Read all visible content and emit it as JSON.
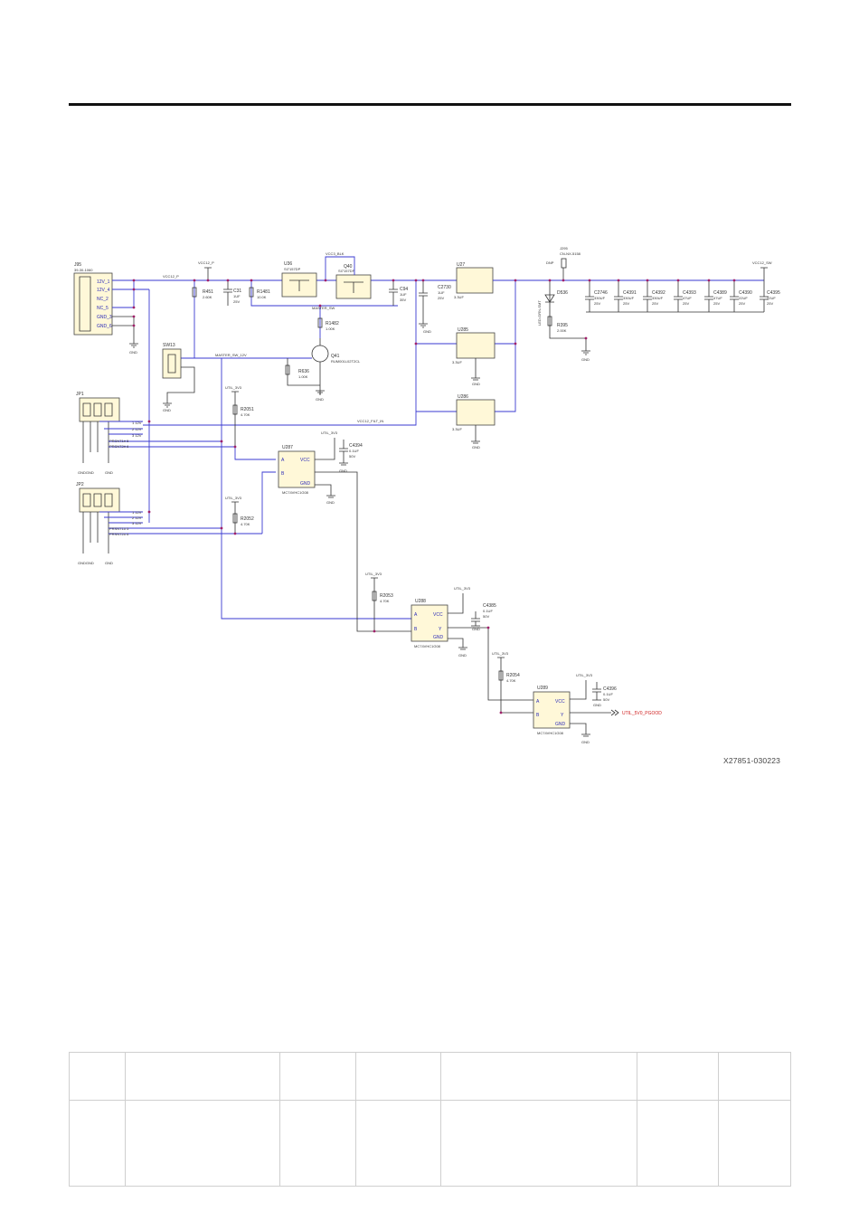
{
  "figure_id": "X27851-030223",
  "labels": {
    "j95": "J95",
    "j95_part": "39-30-1060",
    "j95_pins": [
      "12V_1",
      "12V_4",
      "NC_2",
      "NC_5",
      "GND_3",
      "GND_6"
    ],
    "vcc12_p": "VCC12_P",
    "vcc3_blk": "VCC3_BLK",
    "vcc12_sw": "VCC12_SW",
    "vcc12_filt_in": "VCC12_FILT_IN",
    "master_sw": "MASTER_SW",
    "master_sw_12v": "MASTER_SW_12V",
    "sw13": "SW13",
    "r451": "R451",
    "r451_v": "2.60K",
    "c31": "C31",
    "c31_v": "1UF",
    "c31_r": "25V",
    "r1481": "R1481",
    "r1481_v": "10.0K",
    "u36": "U36",
    "u36_p": "SI7157DP",
    "q40": "Q40",
    "q40_p": "SI7157DP",
    "c94": "C94",
    "c94_v": "1UF",
    "c94_r": "35V",
    "r1482": "R1482",
    "r1482_v": "1.00K",
    "q41": "Q41",
    "q41_p": "RUM001L02T2CL",
    "r636": "R636",
    "r636_v": "1.00K",
    "c2730": "C2730",
    "c2730_v": "1UF",
    "c2730_r": "25V",
    "u27": "U27",
    "u27_p": "3.3UF",
    "u285": "U285",
    "u285_p": "3.3UF",
    "u286": "U286",
    "u286_p": "3.3UF",
    "j295": "J295",
    "j295_p": "CN-NX-5158",
    "dnp": "DNP",
    "d536": "D536",
    "d536_p": "LED-GRN-SMT",
    "r395": "R395",
    "r395_v": "2.00K",
    "caps": [
      {
        "n": "C2746",
        "v": "330UF",
        "r": "25V"
      },
      {
        "n": "C4391",
        "v": "330UF",
        "r": "25V"
      },
      {
        "n": "C4392",
        "v": "330UF",
        "r": "25V"
      },
      {
        "n": "C4393",
        "v": "47UF",
        "r": "25V"
      },
      {
        "n": "C4389",
        "v": "47UF",
        "r": "25V"
      },
      {
        "n": "C4390",
        "v": "22UF",
        "r": "25V"
      },
      {
        "n": "C4395",
        "v": "22UF",
        "r": "25V"
      }
    ],
    "jp1": "JP1",
    "jp2": "JP2",
    "jp_rows": [
      "1 12V",
      "2 12V",
      "3 12V",
      "PRSNT1# 5",
      "PRSNT2# 6"
    ],
    "gnd": "GND",
    "gndgnd": "GNDGND",
    "util_3v3": "UTIL_3V3",
    "r2051": "R2051",
    "r2051_v": "4.70K",
    "r2052": "R2052",
    "r2052_v": "4.70K",
    "r2053": "R2053",
    "r2053_v": "4.70K",
    "r2054": "R2054",
    "r2054_v": "4.70K",
    "u287": "U287",
    "u287_p": "MC74VHC1G08",
    "u288": "U288",
    "u288_p": "MC74VHC1G08",
    "u289": "U289",
    "u289_p": "MC74VHC1G08",
    "c4394": "C4394",
    "c4394_v": "0.1UF",
    "c4394_r": "50V",
    "c4385": "C4385",
    "c4385_v": "0.1UF",
    "c4385_r": "50V",
    "c4396": "C4396",
    "c4396_v": "0.1UF",
    "c4396_r": "50V",
    "pin_a": "A",
    "pin_b": "B",
    "pin_y": "Y",
    "pin_vcc": "VCC",
    "pin_gnd": "GND",
    "util_out": "UTIL_5V0_PGOOD"
  }
}
